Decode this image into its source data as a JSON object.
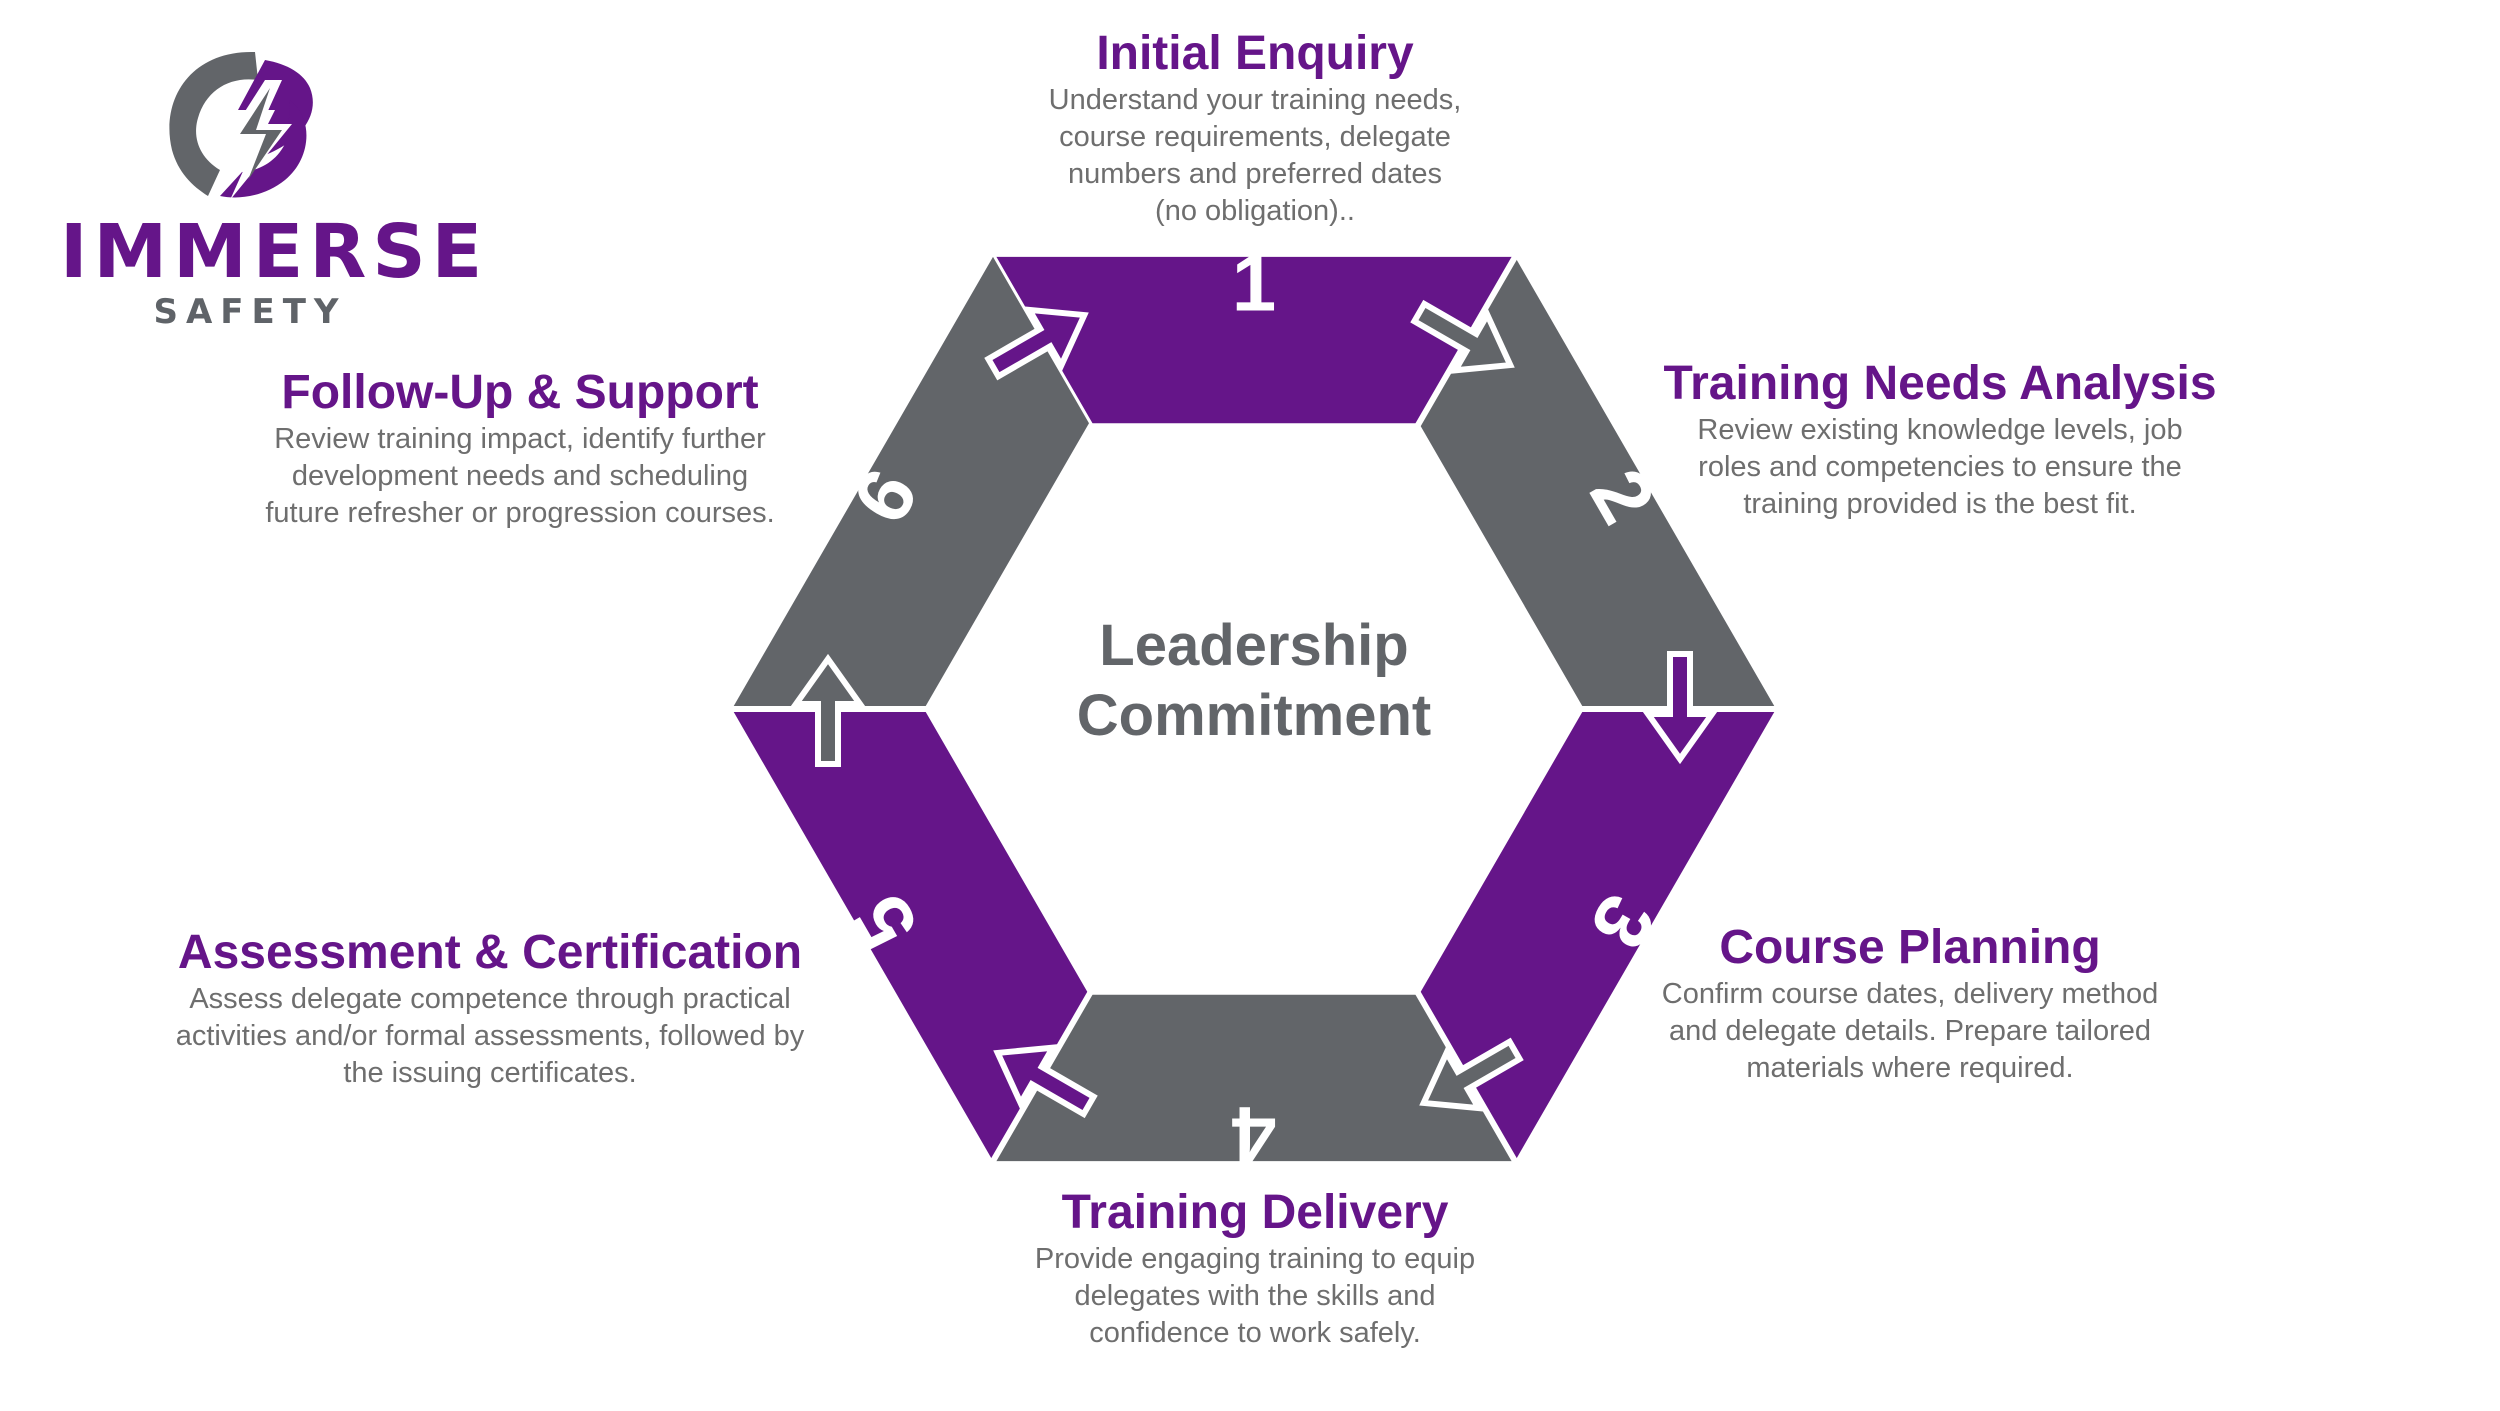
{
  "logo": {
    "name": "IMMERSE",
    "sub": "SAFETY"
  },
  "center": {
    "line1": "Leadership",
    "line2": "Commitment"
  },
  "colors": {
    "purple": "#651589",
    "gray": "#626569",
    "text": "#6e6e6e"
  },
  "steps": [
    {
      "number": "1",
      "title": "Initial Enquiry",
      "desc": "Understand your training needs,\ncourse requirements, delegate\nnumbers and preferred dates\n(no obligation).."
    },
    {
      "number": "2",
      "title": "Training Needs Analysis",
      "desc": "Review existing knowledge levels, job\nroles and competencies to ensure the\ntraining provided is the best fit."
    },
    {
      "number": "3",
      "title": "Course Planning",
      "desc": "Confirm course dates, delivery method\nand delegate details. Prepare tailored\nmaterials where required."
    },
    {
      "number": "4",
      "title": "Training Delivery",
      "desc": "Provide engaging training to equip\ndelegates with the skills and\nconfidence to work safely."
    },
    {
      "number": "5",
      "title": "Assessment & Certification",
      "desc": "Assess delegate competence through practical\nactivities and/or formal assessments, followed by\nthe issuing certificates."
    },
    {
      "number": "6",
      "title": "Follow-Up & Support",
      "desc": "Review training impact, identify further\ndevelopment needs and scheduling\nfuture refresher or progression courses."
    }
  ]
}
